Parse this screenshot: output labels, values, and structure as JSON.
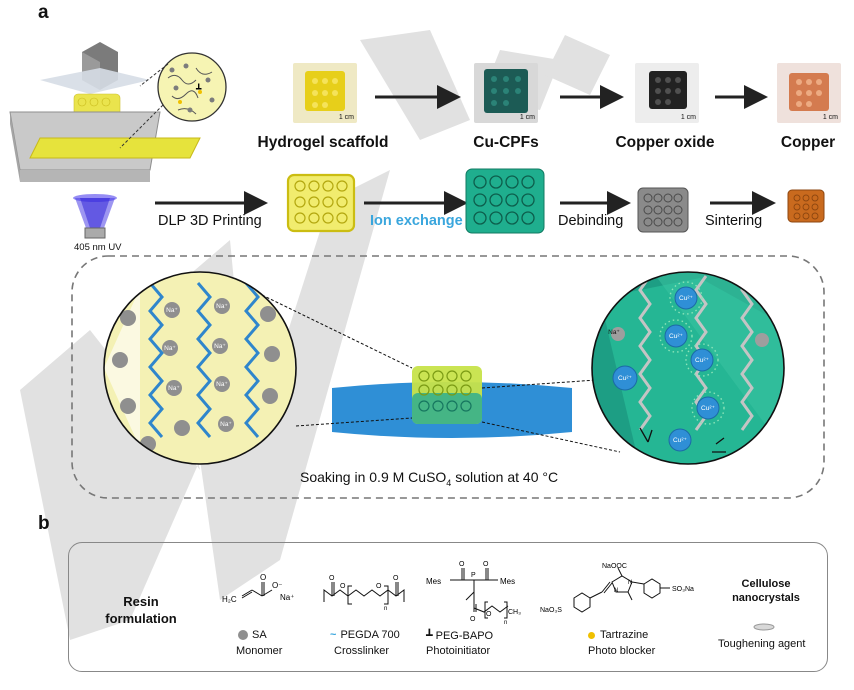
{
  "panel_a": {
    "letter": "a",
    "stages": [
      "Hydrogel scaffold",
      "Cu-CPFs",
      "Copper oxide",
      "Copper"
    ],
    "scale_bar": "1 cm",
    "steps": {
      "printing": "DLP 3D Printing",
      "ion_exchange": "Ion exchange",
      "debinding": "Debinding",
      "sintering": "Sintering"
    },
    "uv_label": "405 nm UV",
    "soak_prefix": "Soaking in 0.9 M CuSO",
    "soak_sub": "4",
    "soak_suffix": " solution at 40 °C",
    "left_ion": "Na",
    "left_ion_charge": "+",
    "right_ion": "Cu",
    "right_ion_charge": "2+",
    "right_na": "Na+"
  },
  "panel_b": {
    "letter": "b",
    "title_line1": "Resin",
    "title_line2": "formulation",
    "components": [
      {
        "name": "SA",
        "role": "Monomer",
        "formula_text": "H₂C    O⁻ Na⁺"
      },
      {
        "name": "PEGDA 700",
        "role": "Crosslinker"
      },
      {
        "name": "PEG-BAPO",
        "role": "Photoinitiator",
        "mes": "Mes",
        "n": "n",
        "ch3": "CH₃"
      },
      {
        "name": "Tartrazine",
        "role": "Photo blocker",
        "naooc": "NaOOC",
        "naso3_left": "NaO₃S",
        "so3na": "SO₃Na"
      },
      {
        "name": "Cellulose nanocrystals",
        "name_line1": "Cellulose",
        "name_line2": "nanocrystals",
        "role": "Toughening agent"
      }
    ]
  },
  "colors": {
    "hydrogel": "#e8e23a",
    "cu_cpf": "#1e9e84",
    "copper_oxide": "#6e6e6e",
    "copper": "#c96a1e",
    "ion_blue": "#3aa6dd",
    "water": "#2f8fd6",
    "watermark": "#d7d7d7"
  }
}
